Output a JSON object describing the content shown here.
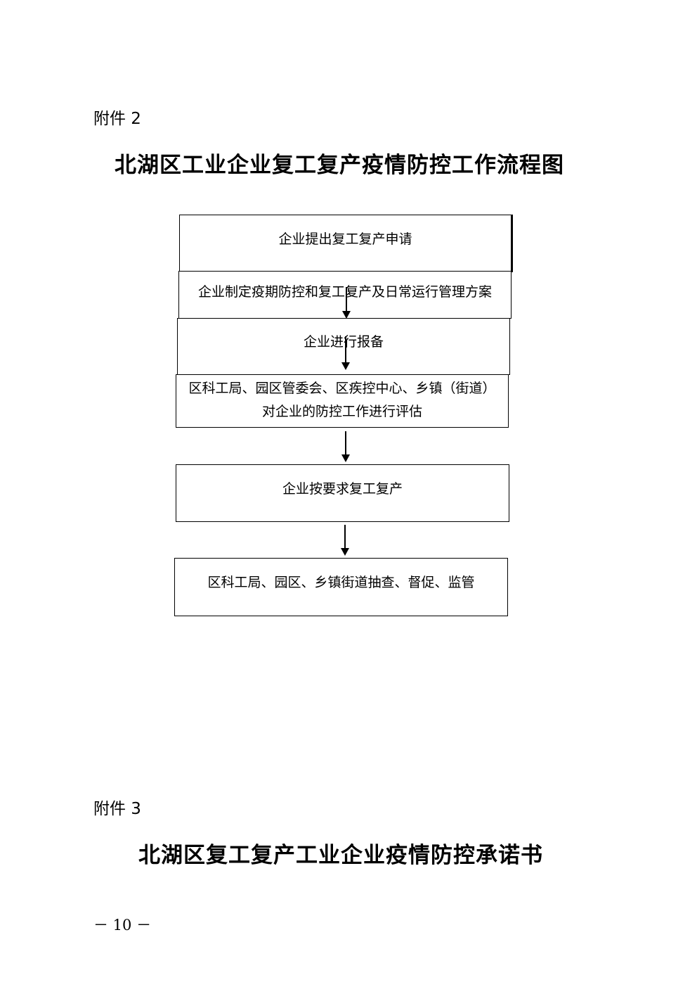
{
  "annex2": {
    "label": "附件 2",
    "title": "北湖区工业企业复工复产疫情防控工作流程图"
  },
  "flow": {
    "step1": "企业提出复工复产申请",
    "step2": "企业制定疫期防控和复工复产及日常运行管理方案",
    "step3": "企业进行报备",
    "step4_line1": "区科工局、园区管委会、区疾控中心、乡镇（街道）",
    "step4_line2": "对企业的防控工作进行评估",
    "step5": "企业按要求复工复产",
    "step6": "区科工局、园区、乡镇街道抽查、督促、监管"
  },
  "annex3": {
    "label": "附件 3",
    "title": "北湖区复工复产工业企业疫情防控承诺书"
  },
  "footer": {
    "page_number": "－ 10 －"
  }
}
